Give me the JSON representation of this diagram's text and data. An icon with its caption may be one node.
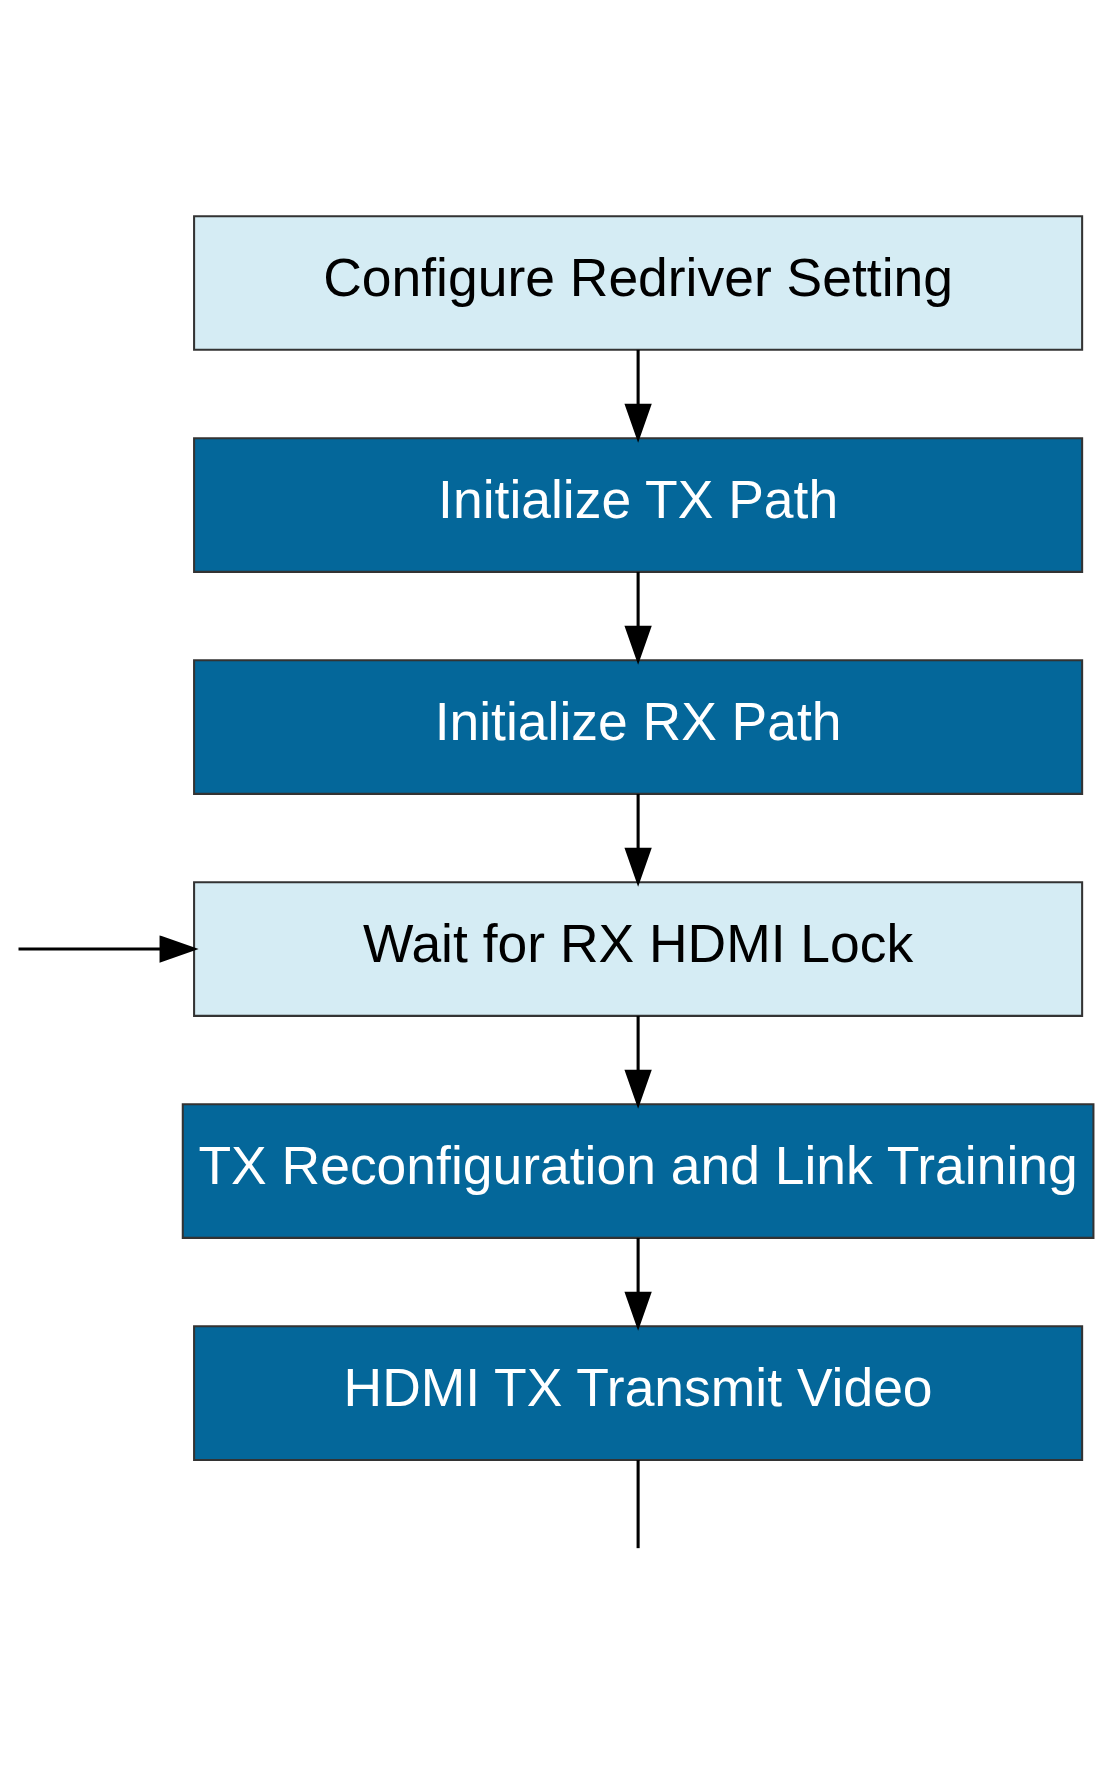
{
  "diagram": {
    "nodes": [
      {
        "text": [
          "Configure Redriver Setting"
        ]
      },
      {
        "text": [
          "Initialize TX Path"
        ]
      },
      {
        "text": [
          "Initialize RX Path"
        ]
      },
      {
        "text": [
          "Wait for RX HDMI Lock"
        ]
      },
      {
        "text": [
          "TX Reconfiguration and Link Training"
        ]
      },
      {
        "text": [
          "HDMI TX Transmit Video"
        ]
      }
    ],
    "edges": [
      {
        "from": 0,
        "to": 1,
        "arrow": "to"
      },
      {
        "from": 1,
        "to": 2,
        "arrow": "to"
      },
      {
        "from": 2,
        "to": 3,
        "arrow": "to"
      },
      {
        "from": null,
        "to": 3,
        "arrow": "to"
      },
      {
        "from": 3,
        "to": 4,
        "arrow": "to"
      },
      {
        "from": 4,
        "to": 5,
        "arrow": "to"
      },
      {
        "from": 5,
        "to": null,
        "arrow": "none"
      }
    ]
  }
}
